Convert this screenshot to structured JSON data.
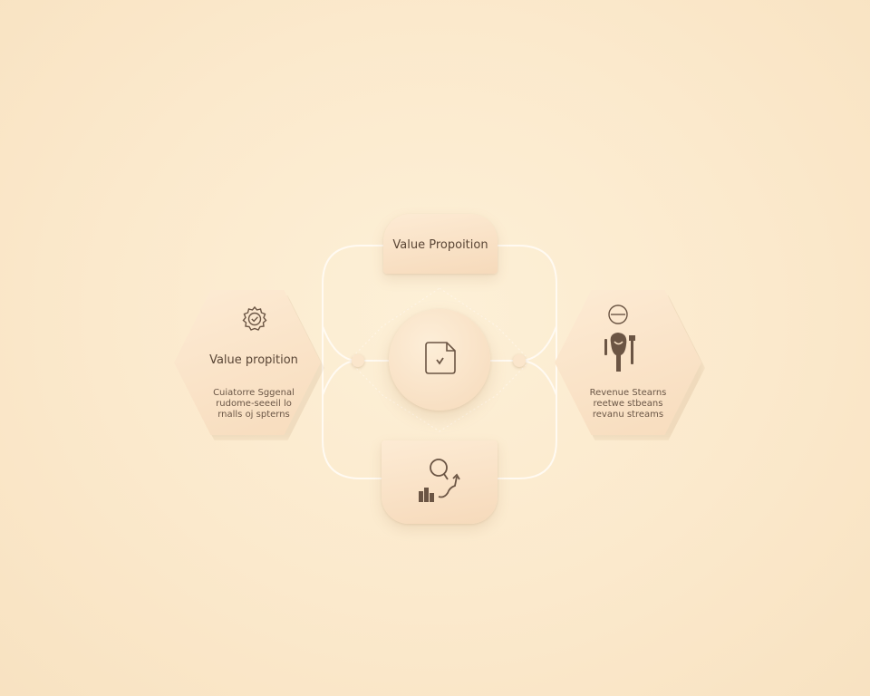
{
  "diagram": {
    "top_node": {
      "title": "Value Propoition"
    },
    "left_node": {
      "icon": "gear-check-icon",
      "title": "Value propition",
      "description_lines": [
        "Cuiatorre Sggenal",
        "rudome-seeeil lo",
        "rnalls oj spterns"
      ]
    },
    "right_node": {
      "icon": "person-with-tools-icon",
      "description_lines": [
        "Revenue Stearns",
        "reetwe stbeans",
        "revanu streams"
      ]
    },
    "center_node": {
      "icon": "document-icon"
    },
    "bottom_node": {
      "icon": "search-chart-icon"
    },
    "colors": {
      "background": "#fbe9cc",
      "card": "#f9e2c6",
      "connector": "#fffaf2",
      "icon_stroke": "#6b5544"
    }
  }
}
